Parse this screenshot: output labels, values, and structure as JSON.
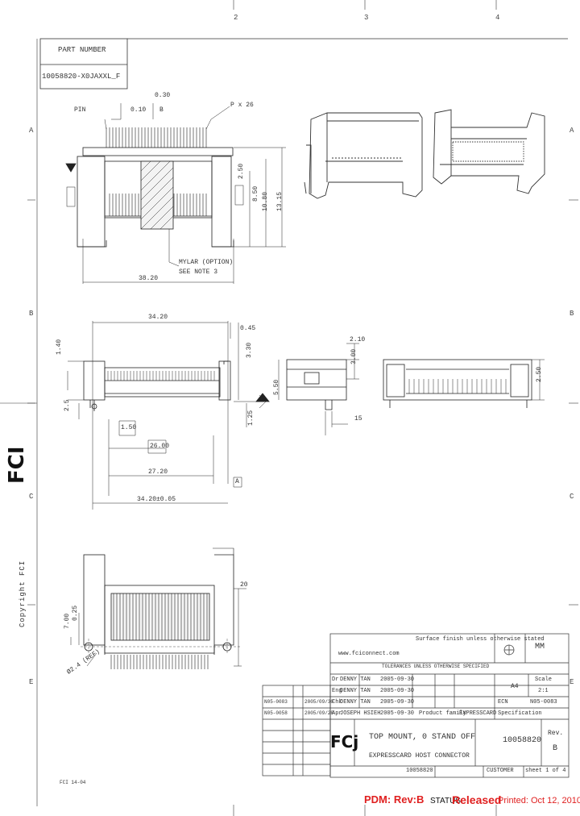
{
  "zones": {
    "top": [
      "2",
      "3",
      "4"
    ],
    "left": [
      "A",
      "B",
      "C",
      "E"
    ],
    "right": [
      "A",
      "B",
      "C",
      "E"
    ]
  },
  "part_box": {
    "header": "PART NUMBER",
    "value": "10058820-X0JAXXL_F"
  },
  "top_view": {
    "dim_0_30": "0.30",
    "tolerance": "0.10",
    "datum": "B",
    "pin_count_left": "PIN",
    "pin_count_right": "P x 26",
    "dims_right": [
      "2.50",
      "8.50",
      "10.80",
      "13.15"
    ],
    "width": "38.20",
    "note1": "MYLAR (OPTION)",
    "note2": "SEE NOTE 3"
  },
  "side_view": {
    "top_width": "34.20",
    "dim_0_45": "0.45",
    "dim_3_30": "3.30",
    "dim_1_40": "1.40",
    "dim_2_5": "2.5",
    "dim_1_25": "1.25",
    "dim_1_50": "1.50",
    "dim_26_00": "26.00",
    "dim_27_20": "27.20",
    "bottom_width": "34.20±0.05",
    "datum_a": "A"
  },
  "end_view": {
    "dim_2_10": "2.10",
    "dim_3_00": "3.00",
    "dim_5_50": "5.50",
    "dim_15": "15",
    "dim_2_50": "2.50"
  },
  "bottom_view": {
    "dim_7_00": "7.00",
    "dim_0_25": "0.25",
    "dim_20": "20",
    "dim_hole": "Ø2.4 (REF)"
  },
  "copyright": "Copyright FCI",
  "title_block": {
    "website": "www.fciconnect.com",
    "surface_note": "Surface finish unless otherwise stated",
    "tolerance_note": "TOLERANCES UNLESS OTHERWISE SPECIFIED",
    "scale_label": "Scale",
    "scale_value": "2:1",
    "unit": "MM",
    "sheet": "A4",
    "rows": [
      {
        "role": "Dr",
        "name": "DENNY TAN",
        "date": "2005-09-30"
      },
      {
        "role": "Eng",
        "name": "DENNY TAN",
        "date": "2005-09-30"
      },
      {
        "role": "Chk",
        "name": "DENNY TAN",
        "date": "2005-09-30"
      },
      {
        "role": "Apr",
        "name": "JOSEPH HSIEH",
        "date": "2005-09-30"
      }
    ],
    "family_label": "Product family",
    "family_value": "EXPRESSCARD",
    "spec_label": "Specification",
    "ecn_label": "ECN",
    "ecn_value": "N05-0083",
    "rev_table": [
      {
        "ecn": "N05-0083",
        "date": "2005/09/30"
      },
      {
        "ecn": "N05-0058",
        "date": "2005/09/28"
      }
    ],
    "title_line1": "TOP MOUNT, 0 STAND OFF",
    "title_line2": "EXPRESSCARD HOST CONNECTOR",
    "drawing_number": "10058820",
    "rev_label": "Rev.",
    "rev_value": "B",
    "customer_label": "CUSTOMER",
    "sheet_label": "sheet 1 of 4",
    "part_ref": "10058820"
  },
  "footer": {
    "pdm": "PDM: Rev:B",
    "status_label": "STATUS",
    "status_value": "Released",
    "printed": "Printed: Oct 12, 2010",
    "corner": "FCI 14-04"
  },
  "logo": {
    "side_text": "FCI",
    "block_text": "FCj"
  }
}
